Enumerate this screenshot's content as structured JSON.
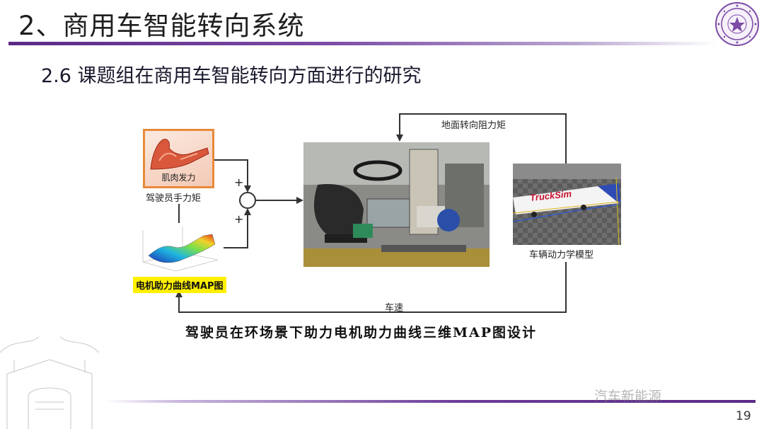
{
  "slide": {
    "title": "2、商用车智能转向系统",
    "subtitle": "2.6 课题组在商用车智能转向方面进行的研究",
    "page_number": "19",
    "watermark": "汽车新能源"
  },
  "diagram": {
    "muscle_label": "肌肉发力",
    "driver_torque_label": "驾驶员手力矩",
    "map_label": "电机助力曲线MAP图",
    "ground_torque_label": "地面转向阻力矩",
    "vehicle_model_label": "车辆动力学模型",
    "speed_label": "车速",
    "plus_top": "+",
    "plus_bottom": "+",
    "trucksim_brand": "TruckSim",
    "caption": "驾驶员在环场景下助力电机助力曲线三维MAP图设计"
  },
  "colors": {
    "accent_purple": "#5b2a86",
    "photo_border": "#e88a3a",
    "map_highlight": "#fff000",
    "arrow": "#333333"
  }
}
